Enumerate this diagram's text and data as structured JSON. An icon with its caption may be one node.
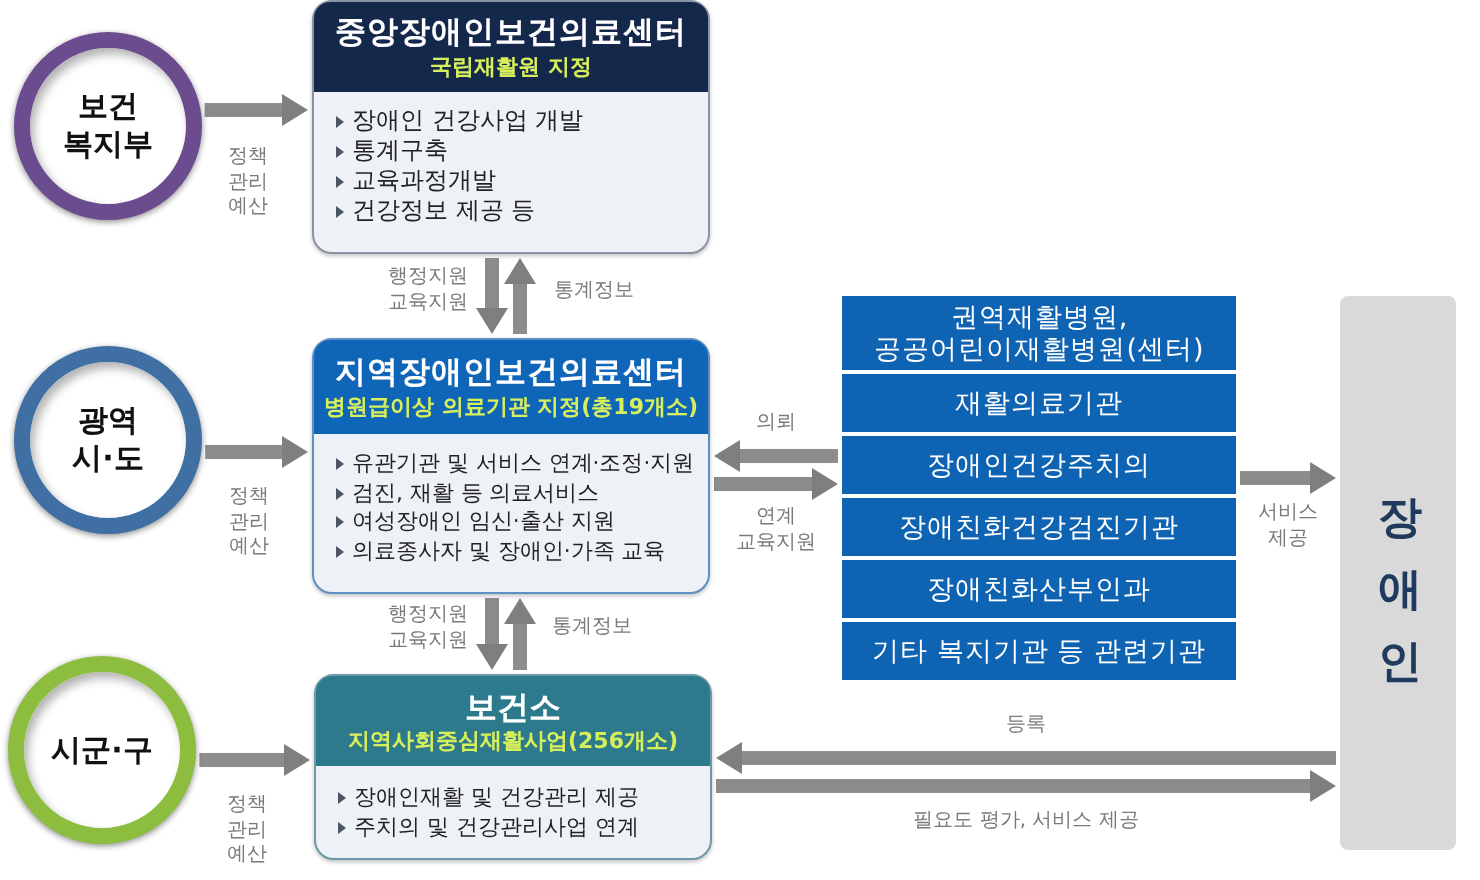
{
  "diagram": {
    "nodes": [
      {
        "text": [
          "보건 복지부"
        ]
      },
      {
        "text": [
          "중앙장애인보건의료센터",
          "국립재활원 지정",
          "장애인 건강사업 개발",
          "통계구축",
          "교육과정개발",
          "건강정보 제공 등"
        ]
      },
      {
        "text": [
          "광역 시·도"
        ]
      },
      {
        "text": [
          "지역장애인보건의료센터",
          "병원급이상 의료기관 지정(총19개소)",
          "유관기관 및 서비스 연계·조정·지원",
          "검진, 재활 등 의료서비스",
          "여성장애인 임신·출산 지원",
          "의료종사자 및 장애인·가족 교육"
        ]
      },
      {
        "text": [
          "시군·구"
        ]
      },
      {
        "text": [
          "보건소",
          "지역사회중심재활사업(256개소)",
          "장애인재활 및 건강관리 제공",
          "주치의 및 건강관리사업 연계"
        ]
      },
      {
        "text": [
          "권역재활병원, 공공어린이재활병원(센터)"
        ]
      },
      {
        "text": [
          "재활의료기관"
        ]
      },
      {
        "text": [
          "장애인건강주치의"
        ]
      },
      {
        "text": [
          "장애친화건강검진기관"
        ]
      },
      {
        "text": [
          "장애친화산부인과"
        ]
      },
      {
        "text": [
          "기타 복지기관 등 관련기관"
        ]
      },
      {
        "text": [
          "장애인"
        ]
      }
    ],
    "edges": [
      {
        "from": 0,
        "to": 1,
        "arrow": "to",
        "label": "정책 관리 예산"
      },
      {
        "from": 1,
        "to": 3,
        "arrow": "to",
        "label": "행정지원 교육지원"
      },
      {
        "from": 3,
        "to": 1,
        "arrow": "to",
        "label": "통계정보"
      },
      {
        "from": 2,
        "to": 3,
        "arrow": "to",
        "label": "정책 관리 예산"
      },
      {
        "from": 3,
        "to": 5,
        "arrow": "to",
        "label": "행정지원 교육지원"
      },
      {
        "from": 5,
        "to": 3,
        "arrow": "to",
        "label": "통계정보"
      },
      {
        "from": 4,
        "to": 5,
        "arrow": "to",
        "label": "정책 관리 예산"
      },
      {
        "from": 8,
        "to": 3,
        "arrow": "to",
        "label": "의뢰"
      },
      {
        "from": 3,
        "to": 8,
        "arrow": "to",
        "label": "연계 교육지원"
      },
      {
        "from": 8,
        "to": 12,
        "arrow": "to",
        "label": "서비스 제공"
      },
      {
        "from": 12,
        "to": 5,
        "arrow": "to",
        "label": "등록"
      },
      {
        "from": 5,
        "to": 12,
        "arrow": "to",
        "label": "필요도 평가, 서비스 제공"
      }
    ]
  }
}
